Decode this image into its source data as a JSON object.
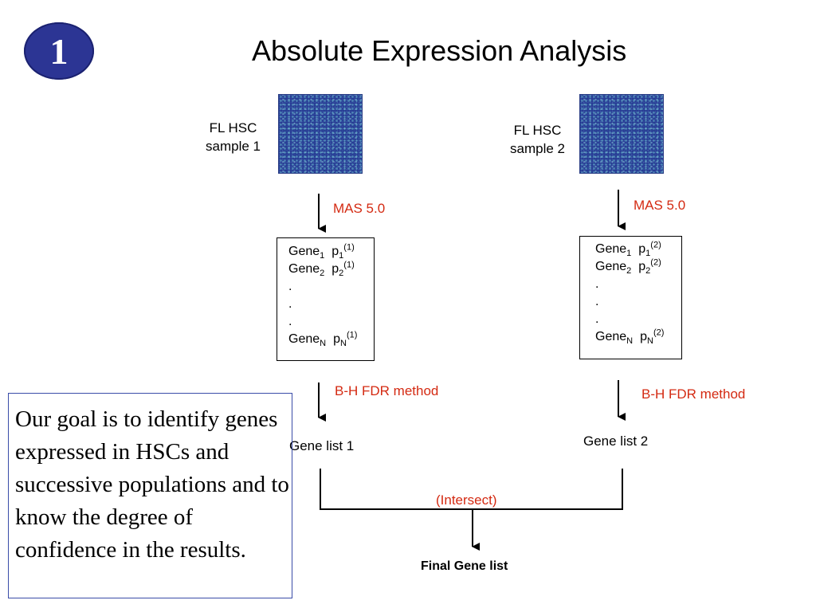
{
  "badge": {
    "number": "1"
  },
  "title": "Absolute Expression Analysis",
  "samples": [
    {
      "label_line1": "FL HSC",
      "label_line2": "sample 1",
      "method1": "MAS 5.0",
      "genes": [
        {
          "gene": "Gene",
          "gene_sub": "1",
          "p": "p",
          "p_sub": "1",
          "p_sup": "(1)"
        },
        {
          "gene": "Gene",
          "gene_sub": "2",
          "p": "p",
          "p_sub": "2",
          "p_sup": "(1)"
        },
        {
          "dot": "."
        },
        {
          "dot": "."
        },
        {
          "dot": "."
        },
        {
          "gene": "Gene",
          "gene_sub": "N",
          "p": "p",
          "p_sub": "N",
          "p_sup": "(1)"
        }
      ],
      "method2": "B-H FDR method",
      "gene_list": "Gene list 1"
    },
    {
      "label_line1": "FL HSC",
      "label_line2": "sample 2",
      "method1": "MAS 5.0",
      "genes": [
        {
          "gene": "Gene",
          "gene_sub": "1",
          "p": "p",
          "p_sub": "1",
          "p_sup": "(2)"
        },
        {
          "gene": "Gene",
          "gene_sub": "2",
          "p": "p",
          "p_sub": "2",
          "p_sup": "(2)"
        },
        {
          "dot": "."
        },
        {
          "dot": "."
        },
        {
          "dot": "."
        },
        {
          "gene": "Gene",
          "gene_sub": "N",
          "p": "p",
          "p_sub": "N",
          "p_sup": "(2)"
        }
      ],
      "method2": "B-H FDR method",
      "gene_list": "Gene list 2"
    }
  ],
  "intersect": "(Intersect)",
  "final": "Final Gene list",
  "goal_text": "Our goal is to identify genes expressed in HSCs and successive populations and to know the degree of confidence in the results.",
  "colors": {
    "badge": "#2c3594",
    "method": "#d42a12",
    "chip": "#243a90",
    "goal_border": "#3a4ca8"
  }
}
